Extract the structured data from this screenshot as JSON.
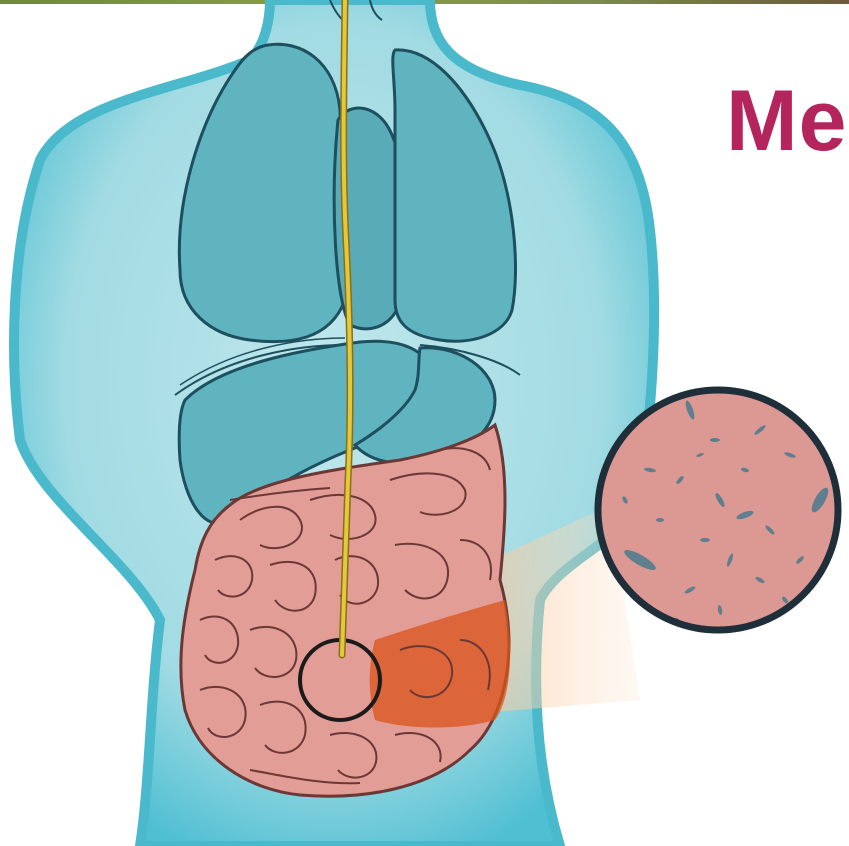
{
  "heading": {
    "text": "Me"
  },
  "colors": {
    "body_skin": "#62c6d6",
    "body_inner": "#a6dde4",
    "organ_fill": "#5fb4bf",
    "organ_stroke": "#1e4f5e",
    "intestine_fill": "#e29d96",
    "intestine_stroke": "#6b3835",
    "highlight": "#d9541a",
    "tube": "#e3c83c",
    "magnifier_ring": "#1f2f3a",
    "magnifier_fill": "#dc9893",
    "bacteria": "#5f7f8f",
    "heading": "#b5255d"
  },
  "icons": [
    "human-torso",
    "lungs",
    "heart",
    "liver",
    "stomach",
    "intestines",
    "feeding-tube",
    "magnifier-bacteria"
  ]
}
